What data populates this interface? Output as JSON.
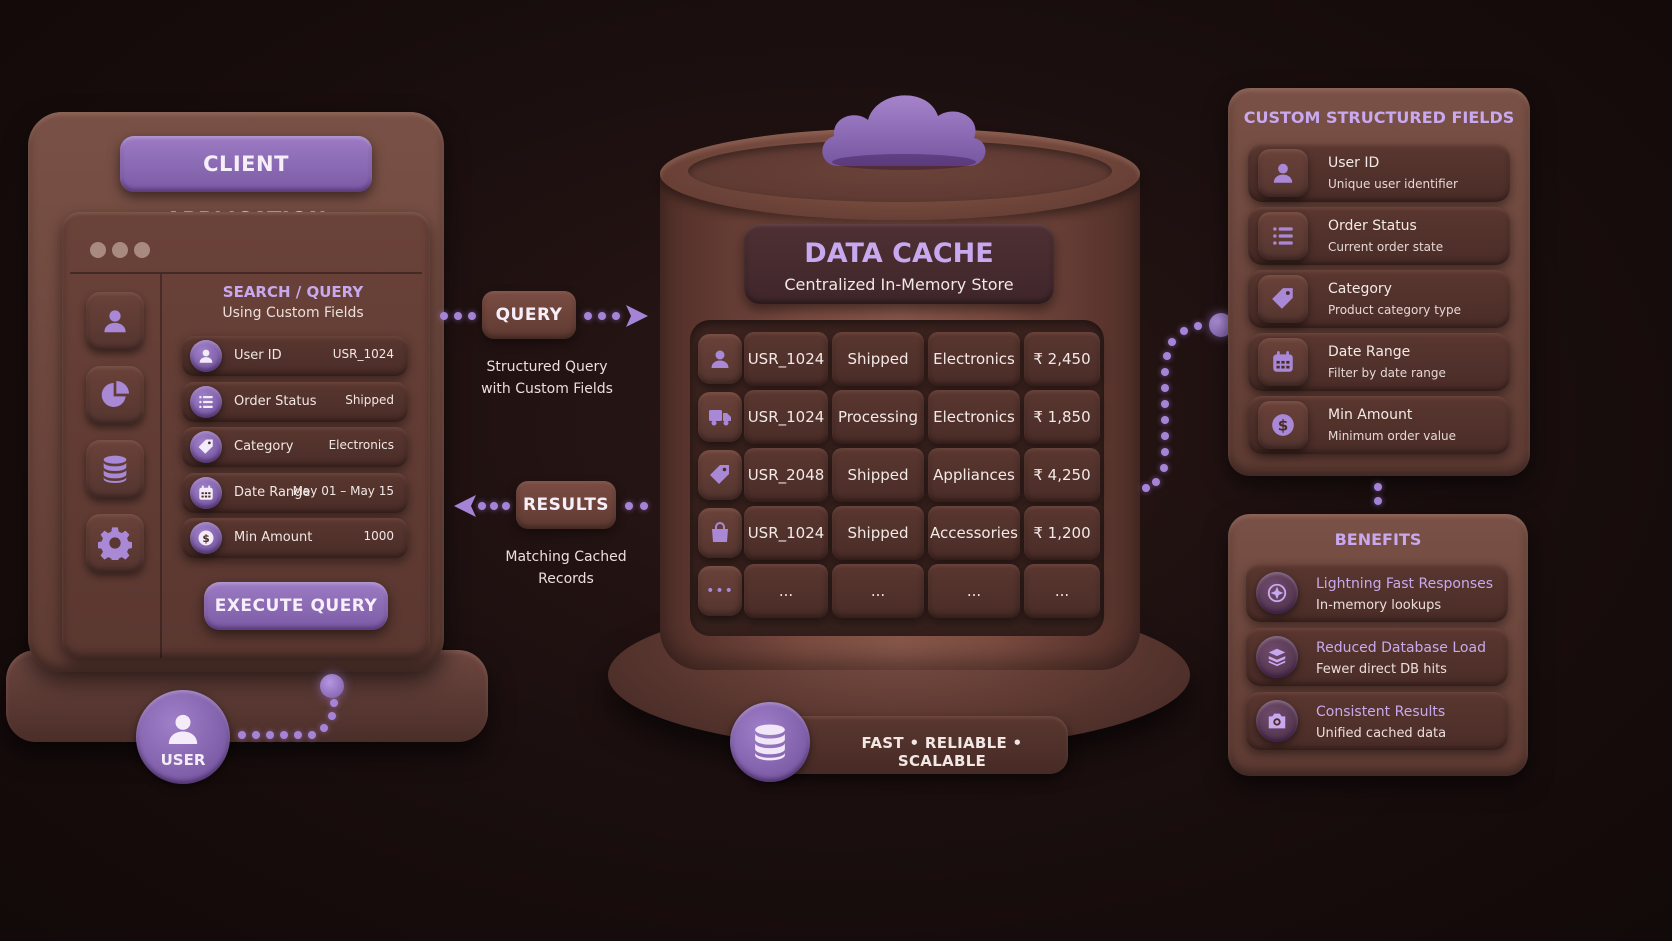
{
  "client": {
    "title": "CLIENT APPLICATION",
    "search_title": "SEARCH / QUERY",
    "search_subtitle": "Using Custom Fields",
    "fields": [
      {
        "label": "User ID",
        "value": "USR_1024",
        "icon": "user-icon"
      },
      {
        "label": "Order Status",
        "value": "Shipped",
        "icon": "list-icon"
      },
      {
        "label": "Category",
        "value": "Electronics",
        "icon": "tag-icon"
      },
      {
        "label": "Date Range",
        "value": "May 01 – May 15",
        "icon": "calendar-icon"
      },
      {
        "label": "Min Amount",
        "value": "1000",
        "icon": "dollar-icon"
      }
    ],
    "sidebar_icons": [
      "user-icon",
      "pie-chart-icon",
      "database-icon",
      "gear-icon"
    ],
    "execute_label": "EXECUTE QUERY",
    "user_label": "USER"
  },
  "flow": {
    "query_label": "QUERY",
    "query_caption_1": "Structured Query",
    "query_caption_2": "with Custom Fields",
    "results_label": "RESULTS",
    "results_caption_1": "Matching Cached",
    "results_caption_2": "Records"
  },
  "cache": {
    "title": "DATA CACHE",
    "subtitle": "Centralized In-Memory Store",
    "rows": [
      {
        "icon": "user-icon",
        "cells": [
          "USR_1024",
          "Shipped",
          "Electronics",
          "₹ 2,450"
        ]
      },
      {
        "icon": "truck-icon",
        "cells": [
          "USR_1024",
          "Processing",
          "Electronics",
          "₹ 1,850"
        ]
      },
      {
        "icon": "tag-icon",
        "cells": [
          "USR_2048",
          "Shipped",
          "Appliances",
          "₹ 4,250"
        ]
      },
      {
        "icon": "bag-icon",
        "cells": [
          "USR_1024",
          "Shipped",
          "Accessories",
          "₹ 1,200"
        ]
      },
      {
        "icon": "more-icon",
        "cells": [
          "...",
          "...",
          "...",
          "..."
        ]
      }
    ],
    "more_label": "•••",
    "footer": "FAST • RELIABLE • SCALABLE"
  },
  "fields_panel": {
    "title": "CUSTOM STRUCTURED FIELDS",
    "items": [
      {
        "title": "User ID",
        "desc": "Unique user identifier",
        "icon": "user-icon"
      },
      {
        "title": "Order Status",
        "desc": "Current order state",
        "icon": "list-icon"
      },
      {
        "title": "Category",
        "desc": "Product category type",
        "icon": "tag-icon"
      },
      {
        "title": "Date Range",
        "desc": "Filter by date range",
        "icon": "calendar-icon"
      },
      {
        "title": "Min Amount",
        "desc": "Minimum order value",
        "icon": "dollar-icon"
      }
    ]
  },
  "benefits": {
    "title": "BENEFITS",
    "items": [
      {
        "title": "Lightning Fast Responses",
        "desc": "In-memory lookups",
        "icon": "bolt-icon"
      },
      {
        "title": "Reduced Database Load",
        "desc": "Fewer direct DB hits",
        "icon": "layers-icon"
      },
      {
        "title": "Consistent Results",
        "desc": "Unified cached data",
        "icon": "camera-icon"
      }
    ]
  },
  "colors": {
    "accent": "#9c7bc4",
    "accent_text": "#c8a8ee",
    "clay": "#6a4239",
    "background": "#1a0e0e"
  }
}
